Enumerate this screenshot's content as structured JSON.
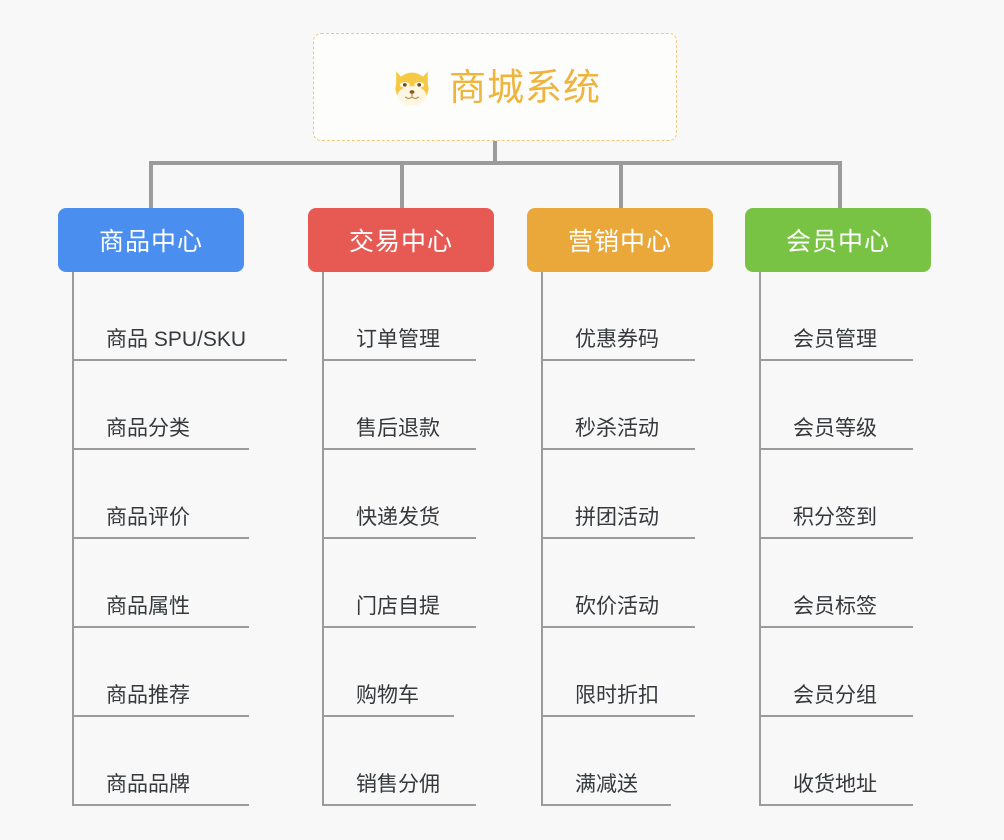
{
  "canvas": {
    "background": "#f8f8f8",
    "connector_color": "#9b9b9b"
  },
  "root": {
    "title": "商城系统",
    "icon": "shiba-dog-emoji",
    "border_color": "#edc87a",
    "text_color": "#eeb43c",
    "background": "#fdfdfc"
  },
  "branches": [
    {
      "label": "商品中心",
      "color": "#4a8ef0",
      "items": [
        "商品 SPU/SKU",
        "商品分类",
        "商品评价",
        "商品属性",
        "商品推荐",
        "商品品牌"
      ]
    },
    {
      "label": "交易中心",
      "color": "#e75a53",
      "items": [
        "订单管理",
        "售后退款",
        "快递发货",
        "门店自提",
        "购物车",
        "销售分佣"
      ]
    },
    {
      "label": "营销中心",
      "color": "#eaa73a",
      "items": [
        "优惠券码",
        "秒杀活动",
        "拼团活动",
        "砍价活动",
        "限时折扣",
        "满减送"
      ]
    },
    {
      "label": "会员中心",
      "color": "#79c344",
      "items": [
        "会员管理",
        "会员等级",
        "积分签到",
        "会员标签",
        "会员分组",
        "收货地址"
      ]
    }
  ]
}
